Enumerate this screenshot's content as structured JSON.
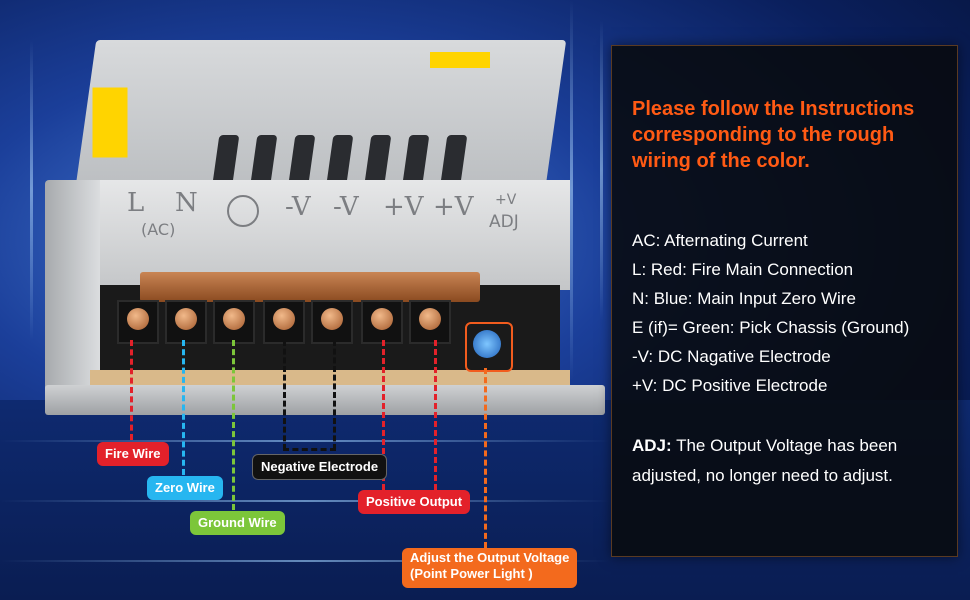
{
  "instructions": {
    "headline": "Please follow the Instructions corresponding to the rough wiring of the color.",
    "specs": [
      "AC: Afternating Current",
      "L: Red: Fire Main Connection",
      "N: Blue: Main Input Zero Wire",
      "E (if)= Green: Pick Chassis (Ground)",
      "-V: DC Nagative Electrode",
      "+V: DC Positive Electrode"
    ],
    "adj_label": "ADJ:",
    "adj_text": " The Output Voltage has been adjusted, no longer need to adjust."
  },
  "psu_front_labels": {
    "l": "L",
    "n": "N",
    "ac": "(AC)",
    "neg1": "-V",
    "neg2": "-V",
    "pos1": "+V",
    "pos2": "+V",
    "plus_v_small": "+V",
    "adj": "ADJ"
  },
  "callouts": {
    "fire": "Fire Wire",
    "zero": "Zero Wire",
    "ground": "Ground Wire",
    "negative": "Negative Electrode",
    "positive": "Positive Output",
    "adjust_line1": "Adjust the Output Voltage",
    "adjust_line2": "(Point Power Light )"
  },
  "colors": {
    "fire": "#e3212a",
    "zero": "#27b6f0",
    "ground": "#7cc63a",
    "negative": "#111111",
    "positive": "#e3212a",
    "adjust": "#f36a1d",
    "headline": "#ff5a14"
  }
}
